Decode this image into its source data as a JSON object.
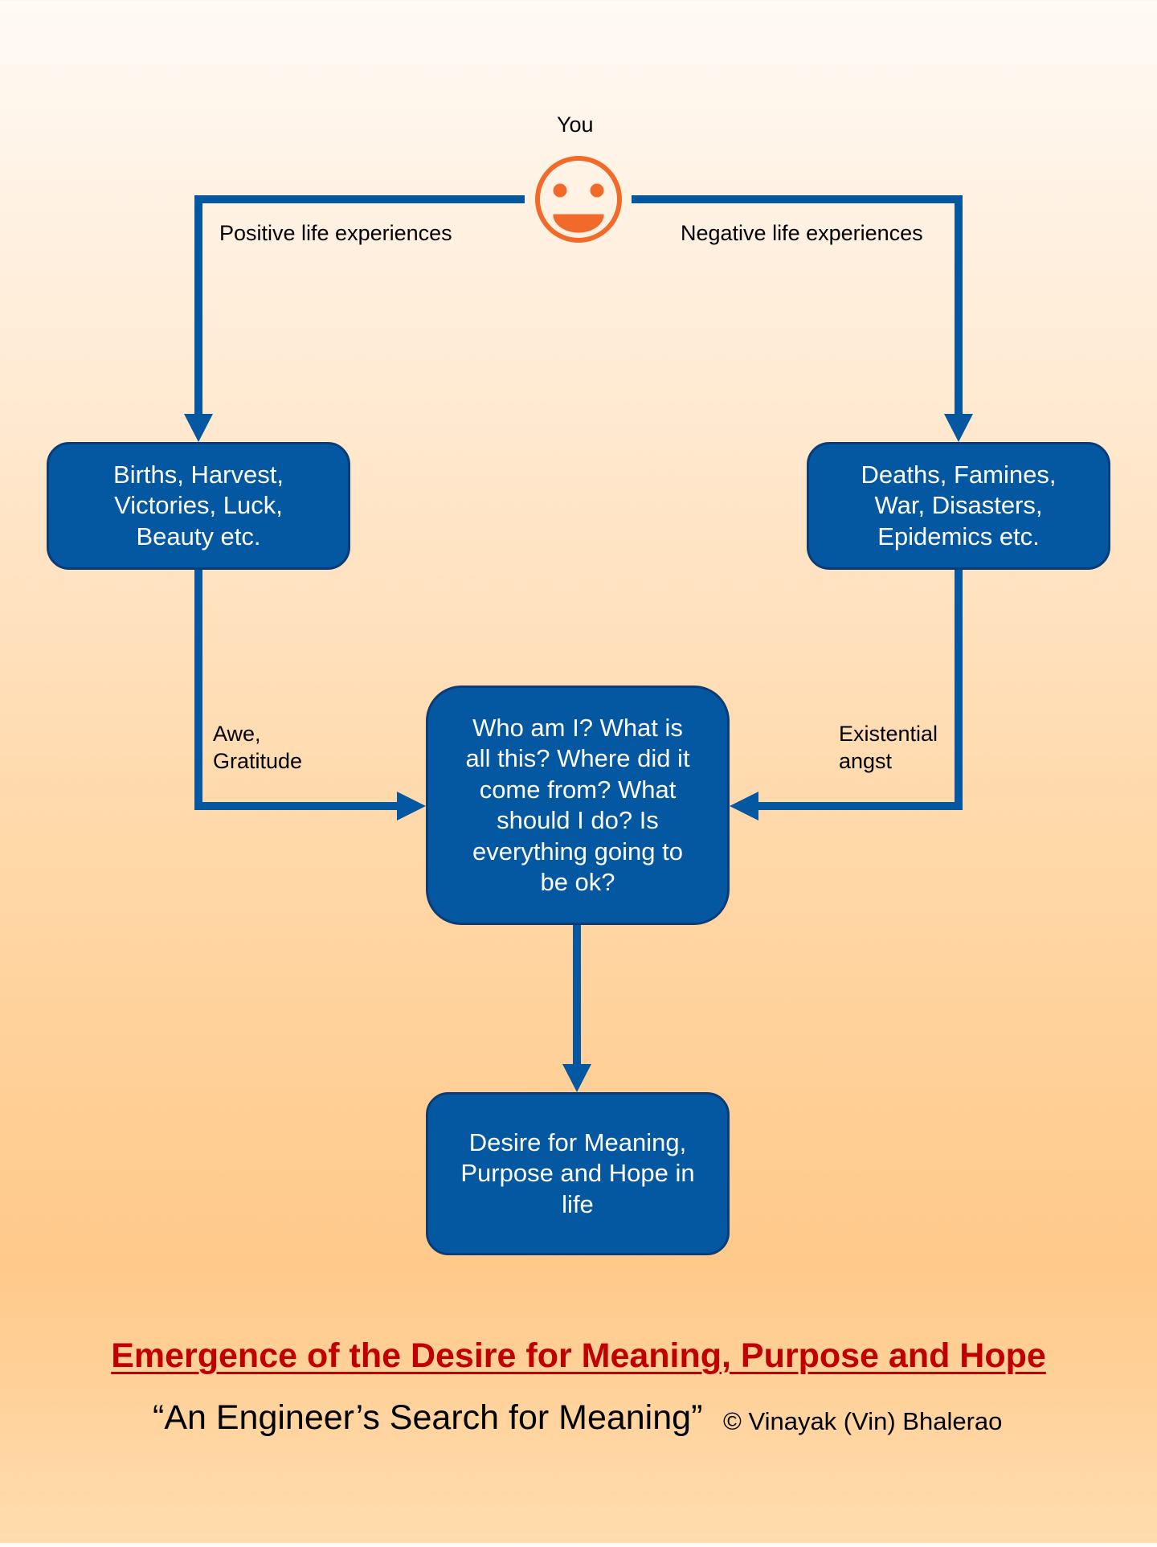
{
  "colors": {
    "box_fill": "#0457a1",
    "box_border": "#0a3c78",
    "connector": "#0457a1",
    "face": "#f26a2a",
    "title": "#c00000"
  },
  "you_label": "You",
  "face_icon": "smiley-face-icon",
  "edges": {
    "positive": "Positive life experiences",
    "negative": "Negative life experiences",
    "awe": "Awe,\nGratitude",
    "angst": "Existential\nangst"
  },
  "boxes": {
    "positive": "Births, Harvest,\nVictories, Luck,\nBeauty etc.",
    "negative": "Deaths, Famines,\nWar, Disasters,\nEpidemics etc.",
    "questions": "Who am I? What is\nall this? Where did it\ncome from? What\nshould I do? Is\neverything going to\nbe ok?",
    "desire": "Desire for Meaning,\nPurpose and Hope in\nlife"
  },
  "title": "Emergence of the Desire for Meaning, Purpose and Hope",
  "book": "“An Engineer’s Search for Meaning”",
  "copyright": "© Vinayak (Vin) Bhalerao"
}
